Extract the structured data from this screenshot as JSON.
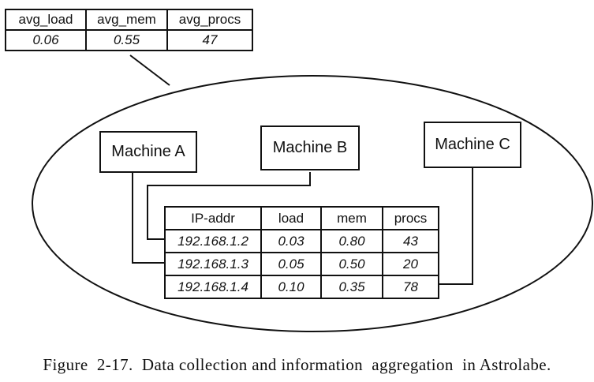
{
  "aggregate_table": {
    "headers": [
      "avg_load",
      "avg_mem",
      "avg_procs"
    ],
    "values": [
      "0.06",
      "0.55",
      "47"
    ]
  },
  "machines": [
    {
      "label": "Machine A"
    },
    {
      "label": "Machine B"
    },
    {
      "label": "Machine C"
    }
  ],
  "detail_table": {
    "headers": [
      "IP-addr",
      "load",
      "mem",
      "procs"
    ],
    "rows": [
      [
        "192.168.1.2",
        "0.03",
        "0.80",
        "43"
      ],
      [
        "192.168.1.3",
        "0.05",
        "0.50",
        "20"
      ],
      [
        "192.168.1.4",
        "0.10",
        "0.35",
        "78"
      ]
    ]
  },
  "caption": "Figure  2-17.  Data collection and information  aggregation  in Astrolabe."
}
